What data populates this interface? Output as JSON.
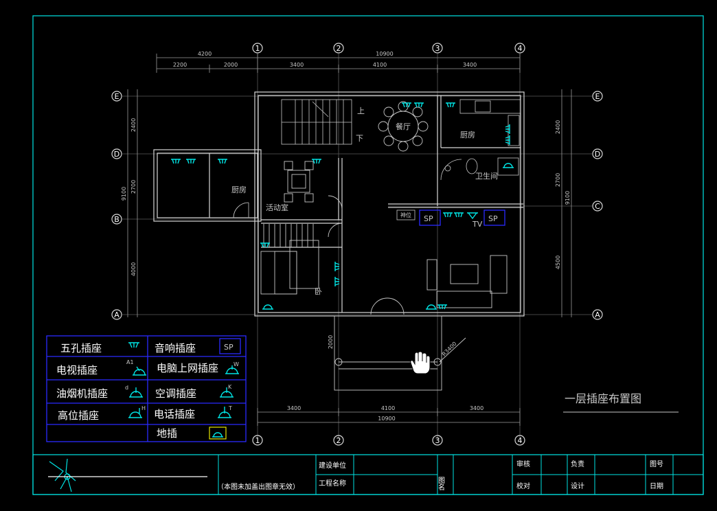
{
  "drawing": {
    "title": "一层插座布置图",
    "grid_cols": [
      "1",
      "2",
      "3",
      "4"
    ],
    "grid_rows": [
      "E",
      "D",
      "C",
      "B",
      "A"
    ],
    "dims_top_overall": [
      "4200",
      "10900"
    ],
    "dims_top": [
      "2200",
      "2000",
      "3400",
      "4100",
      "3400"
    ],
    "dims_bottom": [
      "3400",
      "4100",
      "3400"
    ],
    "dim_bottom_total": "10900",
    "dims_left": [
      "2400",
      "2700",
      "4000"
    ],
    "dim_left_total": "9100",
    "dims_right": [
      "2400",
      "2700",
      "4500"
    ],
    "dim_right_total": "9100",
    "dim_porch": "2000",
    "dim_porch_diag": "R3400",
    "rooms": {
      "dining": "餐厅",
      "kitchen_right": "厨房",
      "kitchen_left": "厨房",
      "bathroom": "卫生间",
      "activity": "活动室",
      "bedroom_mark": "卧",
      "stairs_up": "上",
      "stairs_down": "下",
      "shrine": "神位",
      "tv": "TV",
      "sp": "SP"
    }
  },
  "legend": {
    "items": [
      {
        "label": "五孔插座",
        "symbol": "five-hole-socket-icon",
        "code": ""
      },
      {
        "label": "音响插座",
        "symbol": "speaker-socket-icon",
        "code": "SP"
      },
      {
        "label": "电视插座",
        "symbol": "tv-socket-icon",
        "code": "A1"
      },
      {
        "label": "电脑上网插座",
        "symbol": "network-socket-icon",
        "code": "W"
      },
      {
        "label": "油烟机插座",
        "symbol": "range-hood-socket-icon",
        "code": "d"
      },
      {
        "label": "空调插座",
        "symbol": "ac-socket-icon",
        "code": "K"
      },
      {
        "label": "高位插座",
        "symbol": "high-socket-icon",
        "code": "H"
      },
      {
        "label": "电话插座",
        "symbol": "phone-socket-icon",
        "code": "T"
      },
      {
        "label": "",
        "symbol": "",
        "code": ""
      },
      {
        "label": "地插",
        "symbol": "floor-socket-icon",
        "code": ""
      }
    ]
  },
  "title_block": {
    "note": "（本图未加盖出图章无效）",
    "build_unit": "建设单位",
    "project_name": "工程名称",
    "figure_name": "图名",
    "review": "审核",
    "proofread": "校对",
    "responsible": "负责",
    "design": "设计",
    "drawing_no": "图号",
    "date": "日期"
  },
  "colors": {
    "background": "#000000",
    "frame": "#00e5e5",
    "legend_border": "#2a2aff",
    "socket": "#00e5e5",
    "wall": "#d8d8d8"
  }
}
